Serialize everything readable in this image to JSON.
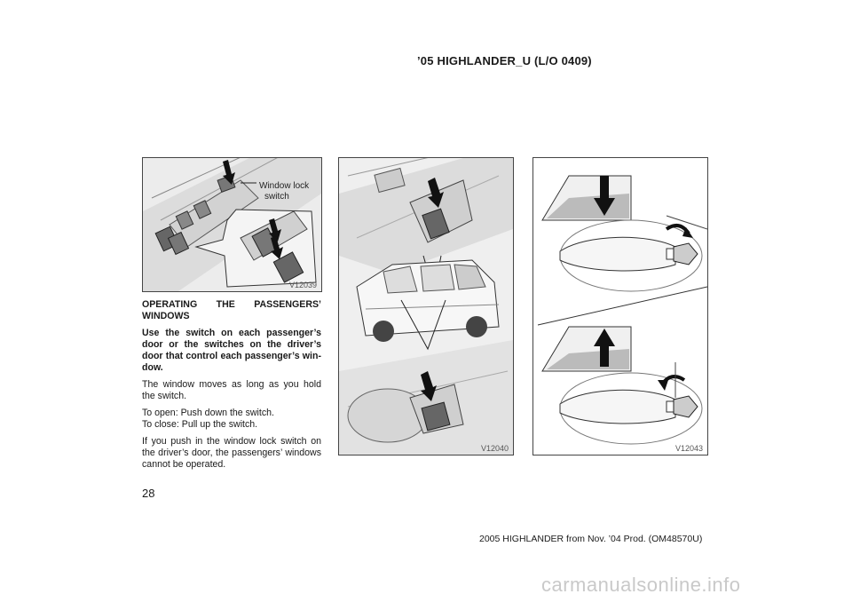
{
  "header": {
    "title": "’05 HIGHLANDER_U (L/O 0409)"
  },
  "page_number": "28",
  "footer": {
    "text": "2005 HIGHLANDER from Nov. ’04 Prod. (OM48570U)"
  },
  "watermark": "carmanualsonline.info",
  "figures": {
    "fig1": {
      "code": "V12039",
      "callout_line1": "Window  lock",
      "callout_line2": "switch"
    },
    "fig2": {
      "code": "V12040"
    },
    "fig3": {
      "code": "V12043"
    }
  },
  "content": {
    "heading": "OPERATING  THE  PASSENGERS’ WINDOWS",
    "instruction": "Use  the  switch  on  each  passenger’s door  or  the  switches  on  the  driver’s door  that  control  each  passenger’s  win- dow.",
    "p1": "The  window  moves  as  long  as  you  hold the  switch.",
    "p2_line1": "To  open:  Push  down  the  switch.",
    "p2_line2": "To  close:  Pull  up  the  switch.",
    "p3": "If  you  push  in  the  window  lock  switch  on the  driver’s  door,  the  passengers’  windows cannot  be  operated."
  }
}
